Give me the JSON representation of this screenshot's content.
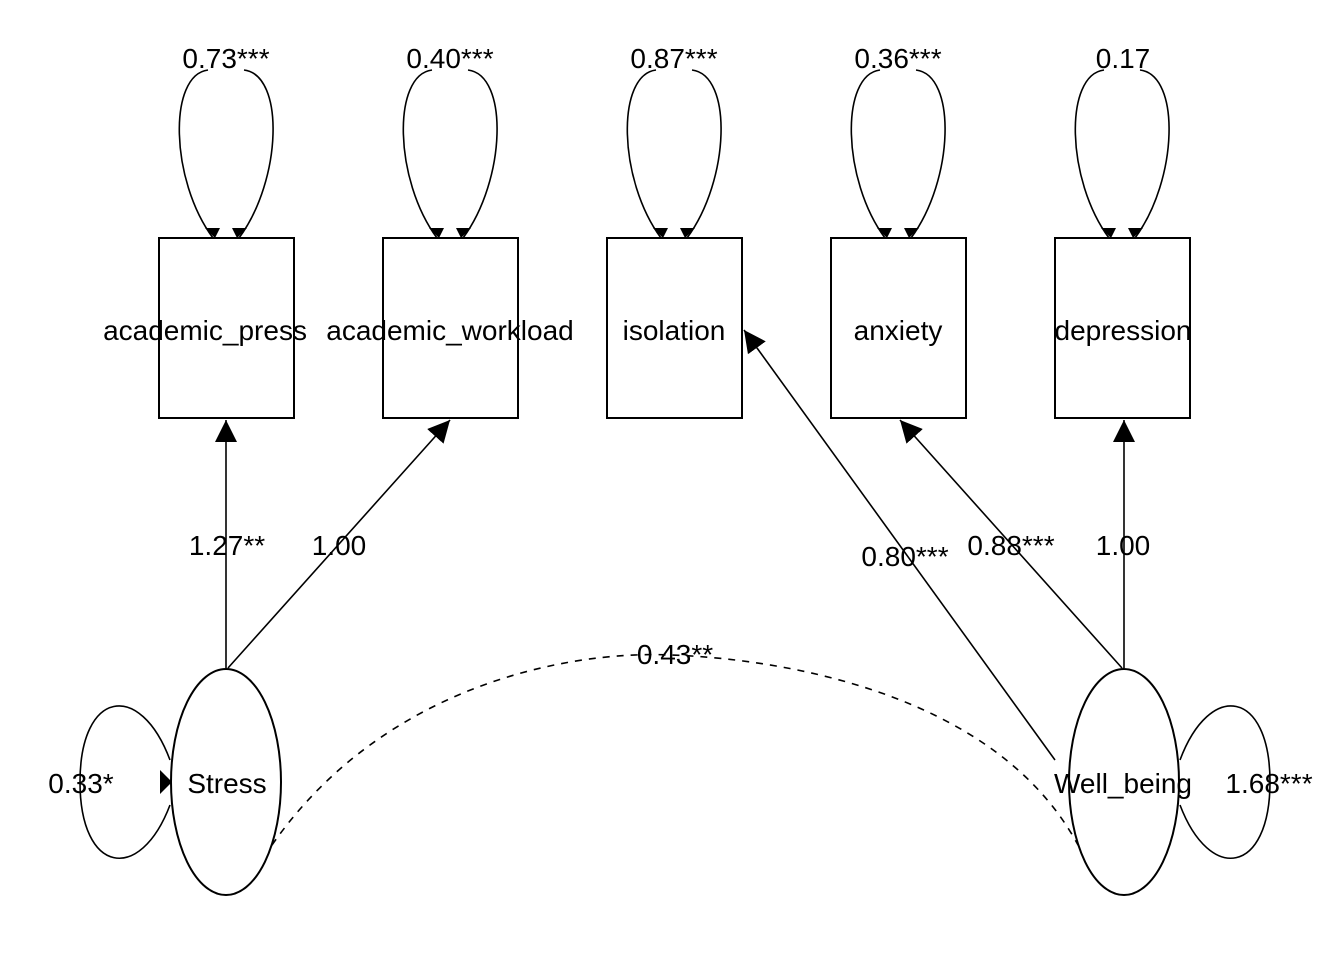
{
  "observed": [
    {
      "id": "academic_press",
      "label": "academic_press",
      "residual": "0.73***"
    },
    {
      "id": "academic_workload",
      "label": "academic_workload",
      "residual": "0.40***"
    },
    {
      "id": "isolation",
      "label": "isolation",
      "residual": "0.87***"
    },
    {
      "id": "anxiety",
      "label": "anxiety",
      "residual": "0.36***"
    },
    {
      "id": "depression",
      "label": "depression",
      "residual": "0.17"
    }
  ],
  "latent": [
    {
      "id": "stress",
      "label": "Stress",
      "variance": "0.33*"
    },
    {
      "id": "well_being",
      "label": "Well_being",
      "variance": "1.68***"
    }
  ],
  "loadings": [
    {
      "from": "stress",
      "to": "academic_press",
      "label": "1.27**"
    },
    {
      "from": "stress",
      "to": "academic_workload",
      "label": "1.00"
    },
    {
      "from": "well_being",
      "to": "isolation",
      "label": "0.80***"
    },
    {
      "from": "well_being",
      "to": "anxiety",
      "label": "0.88***"
    },
    {
      "from": "well_being",
      "to": "depression",
      "label": "1.00"
    }
  ],
  "covariance": {
    "from": "stress",
    "to": "well_being",
    "label": "0.43**"
  }
}
